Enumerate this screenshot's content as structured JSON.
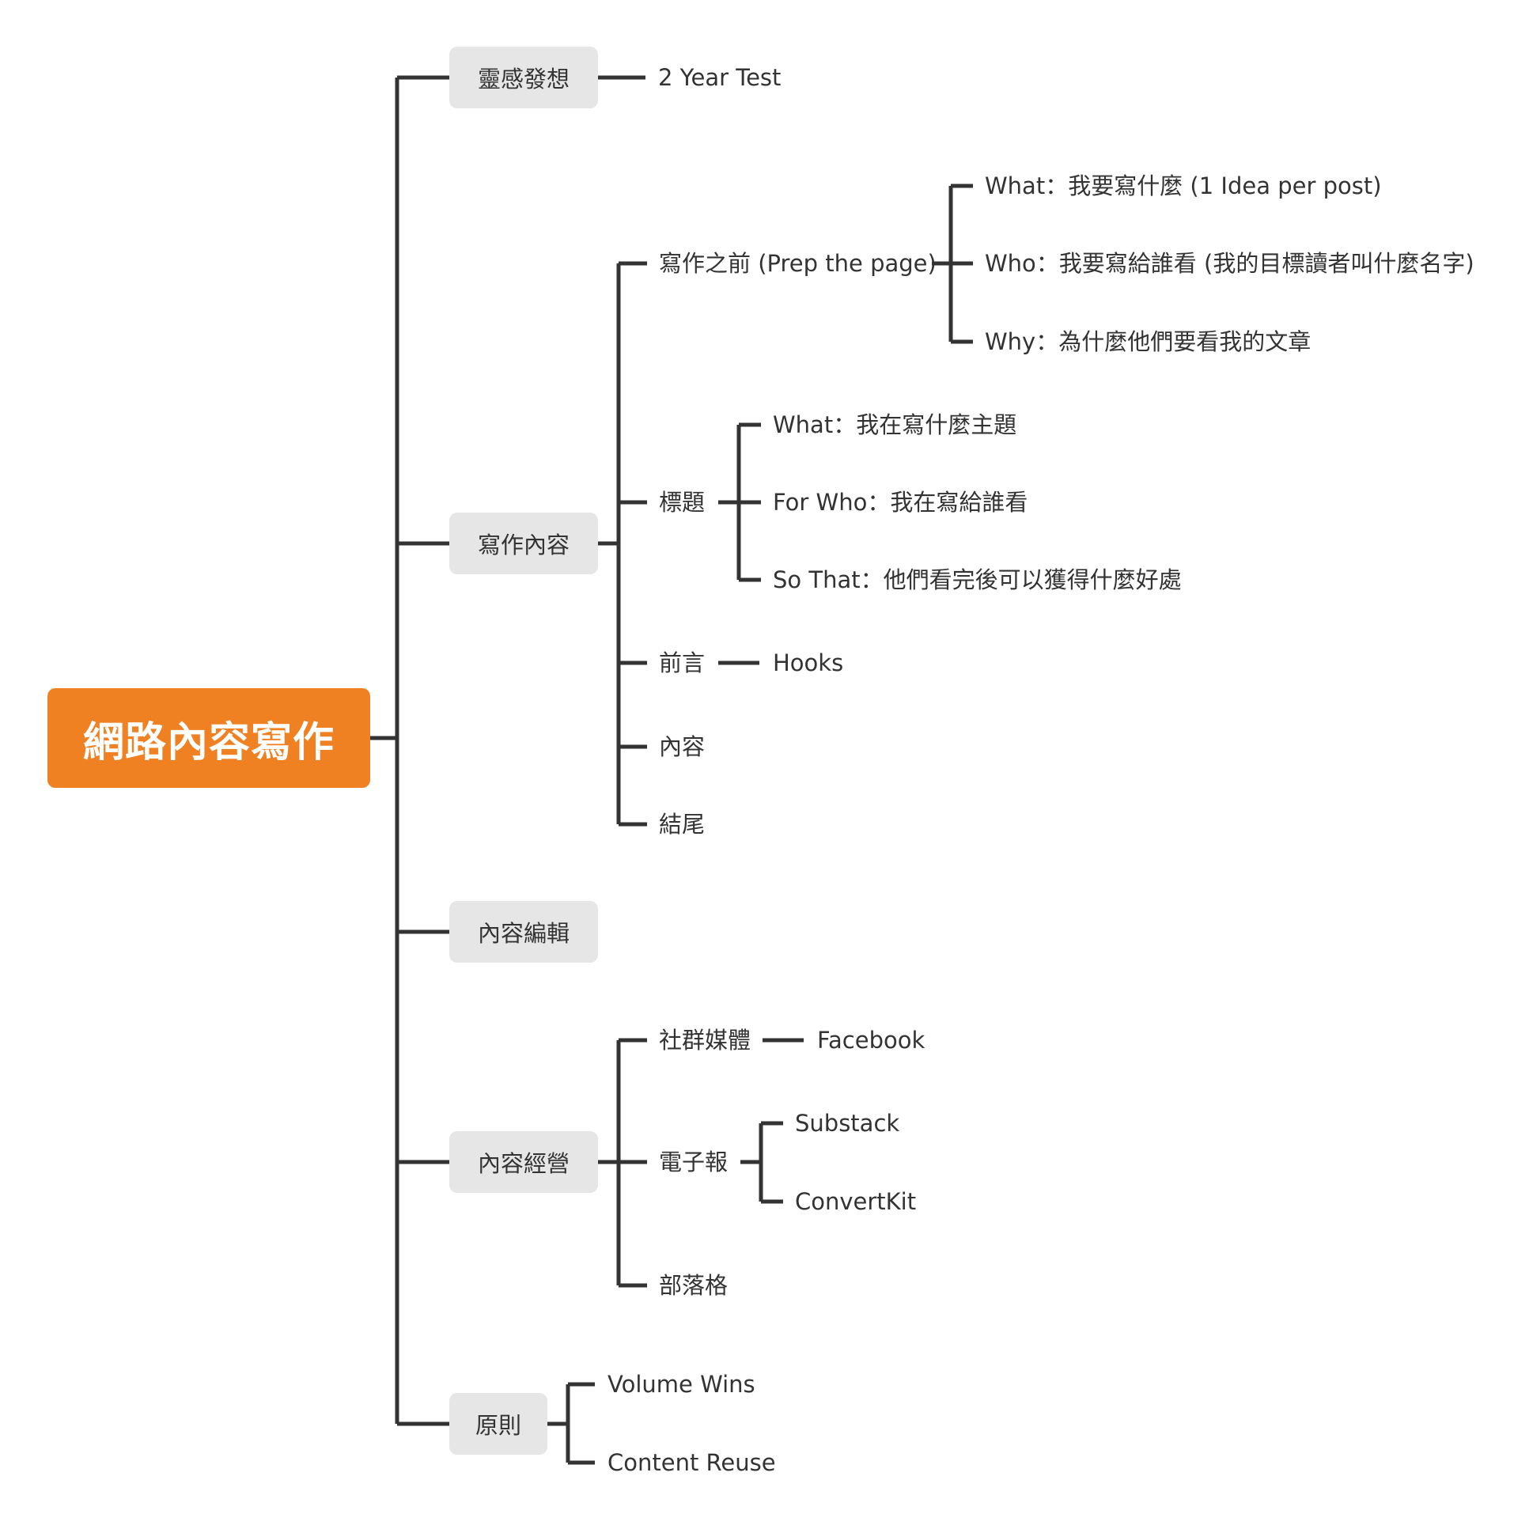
{
  "colors": {
    "root_bg": "#f08122",
    "box_bg": "#e6e6e6",
    "line": "#333333",
    "text": "#333333"
  },
  "root": {
    "label": "網路內容寫作"
  },
  "branches": {
    "inspiration": {
      "label": "靈感發想",
      "children": {
        "two_year": "2 Year Test"
      }
    },
    "writing": {
      "label": "寫作內容",
      "prep": {
        "label": "寫作之前 (Prep the page)",
        "what": "What：我要寫什麼 (1 Idea per post)",
        "who": "Who：我要寫給誰看 (我的目標讀者叫什麼名字)",
        "why": "Why：為什麼他們要看我的文章"
      },
      "title": {
        "label": "標題",
        "what": "What：我在寫什麼主題",
        "for_who": "For Who：我在寫給誰看",
        "so_that": "So That：他們看完後可以獲得什麼好處"
      },
      "intro": {
        "label": "前言",
        "hooks": "Hooks"
      },
      "content": {
        "label": "內容"
      },
      "ending": {
        "label": "結尾"
      }
    },
    "editing": {
      "label": "內容編輯"
    },
    "operation": {
      "label": "內容經營",
      "social": {
        "label": "社群媒體",
        "facebook": "Facebook"
      },
      "newsletter": {
        "label": "電子報",
        "substack": "Substack",
        "convertkit": "ConvertKit"
      },
      "blog": {
        "label": "部落格"
      }
    },
    "principles": {
      "label": "原則",
      "volume": "Volume Wins",
      "reuse": "Content Reuse"
    }
  }
}
